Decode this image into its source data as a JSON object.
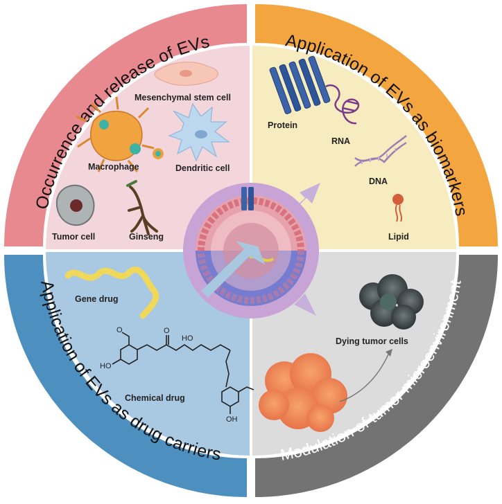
{
  "quadrants": {
    "top_left": {
      "title": "Occurrence and release of EVs",
      "labels": {
        "msc": "Mesenchymal stem cell",
        "macrophage": "Macrophage",
        "dendritic": "Dendritic cell",
        "tumor": "Tumor cell",
        "ginseng": "Ginseng"
      }
    },
    "top_right": {
      "title": "Application of EVs as biomarkers",
      "labels": {
        "protein": "Protein",
        "rna": "RNA",
        "dna": "DNA",
        "lipid": "Lipid"
      }
    },
    "bottom_left": {
      "title": "Application of EVs as drug carriers",
      "labels": {
        "gene": "Gene drug",
        "chemical": "Chemical drug",
        "ho1": "HO",
        "ho2": "HO",
        "oh": "OH",
        "o": "O"
      }
    },
    "bottom_right": {
      "title": "Modulation of tumor microenvironment",
      "labels": {
        "dying": "Dying tumor cells"
      }
    }
  },
  "colors": {
    "band_top_left": "#e8888f",
    "band_top_right": "#f3a640",
    "band_bottom_left": "#4d8fbe",
    "band_bottom_right": "#737373",
    "fill_top_left": "#f3d6dc",
    "fill_top_right": "#f6ecbf",
    "fill_bottom_left": "#a9c9e3",
    "fill_bottom_right": "#dcdcdc",
    "center_ring": "#c7a3d6",
    "arrow": "#c7b0db"
  }
}
